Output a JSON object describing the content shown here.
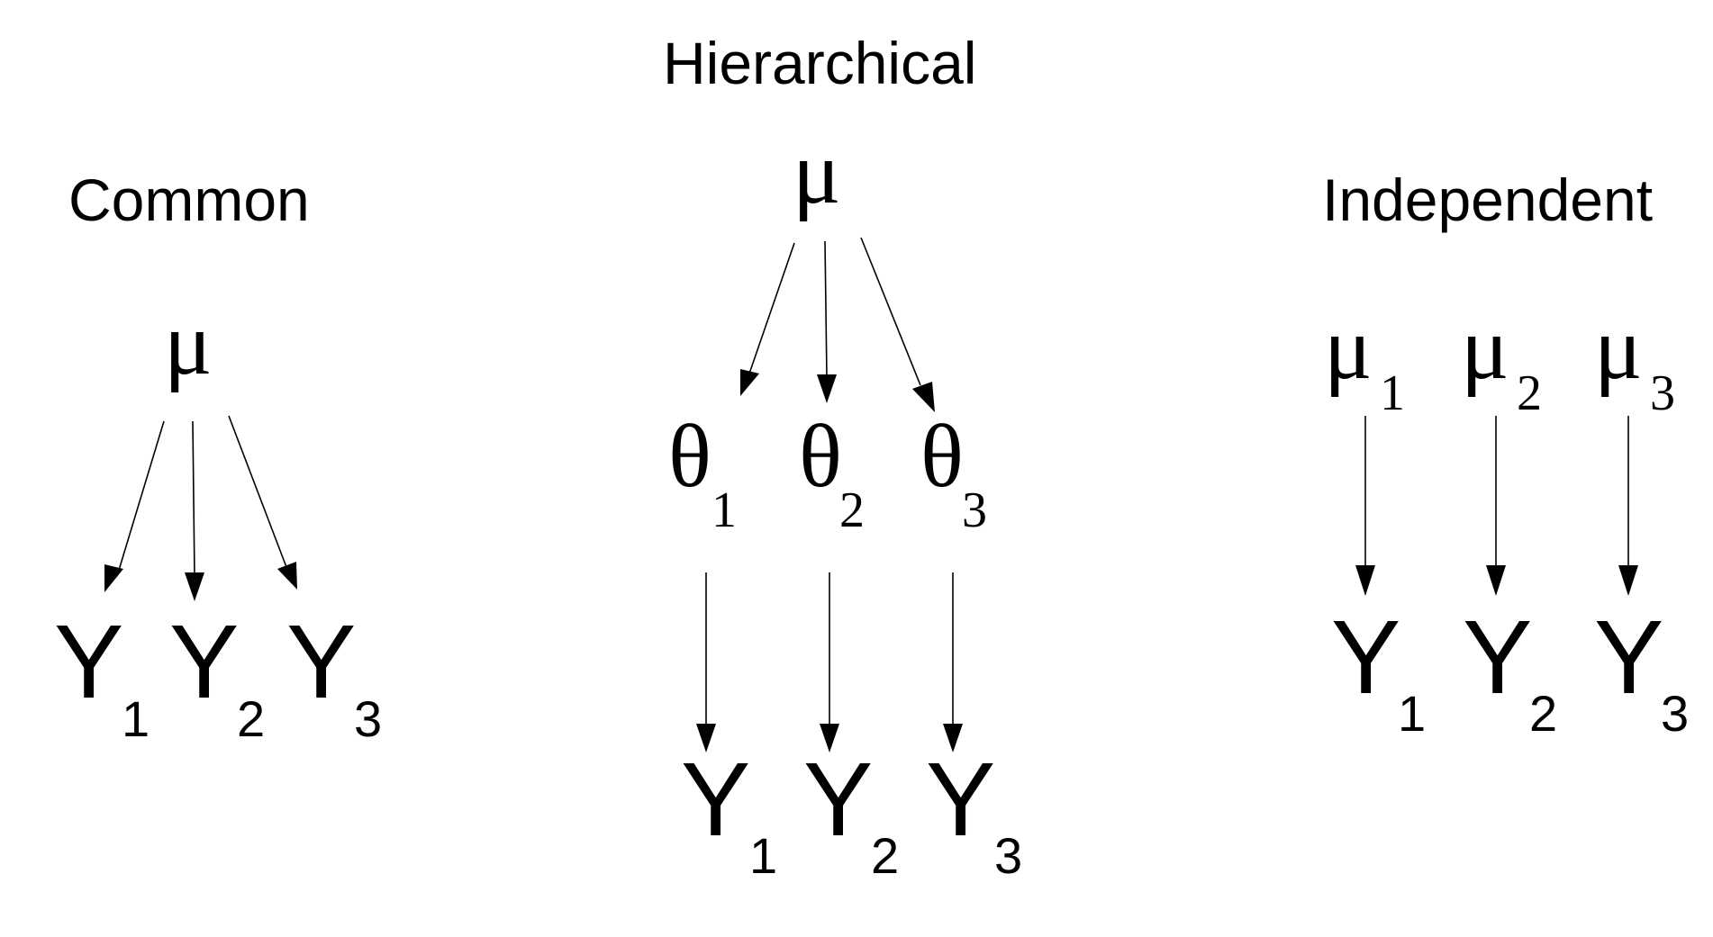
{
  "panels": {
    "common": {
      "title": "Common",
      "mu": {
        "symbol": "μ"
      },
      "outcomes": [
        {
          "symbol": "Y",
          "sub": "1"
        },
        {
          "symbol": "Y",
          "sub": "2"
        },
        {
          "symbol": "Y",
          "sub": "3"
        }
      ]
    },
    "hierarchical": {
      "title": "Hierarchical",
      "mu": {
        "symbol": "μ"
      },
      "thetas": [
        {
          "symbol": "θ",
          "sub": "1"
        },
        {
          "symbol": "θ",
          "sub": "2"
        },
        {
          "symbol": "θ",
          "sub": "3"
        }
      ],
      "outcomes": [
        {
          "symbol": "Y",
          "sub": "1"
        },
        {
          "symbol": "Y",
          "sub": "2"
        },
        {
          "symbol": "Y",
          "sub": "3"
        }
      ]
    },
    "independent": {
      "title": "Independent",
      "mus": [
        {
          "symbol": "μ",
          "sub": "1"
        },
        {
          "symbol": "μ",
          "sub": "2"
        },
        {
          "symbol": "μ",
          "sub": "3"
        }
      ],
      "outcomes": [
        {
          "symbol": "Y",
          "sub": "1"
        },
        {
          "symbol": "Y",
          "sub": "2"
        },
        {
          "symbol": "Y",
          "sub": "3"
        }
      ]
    }
  }
}
